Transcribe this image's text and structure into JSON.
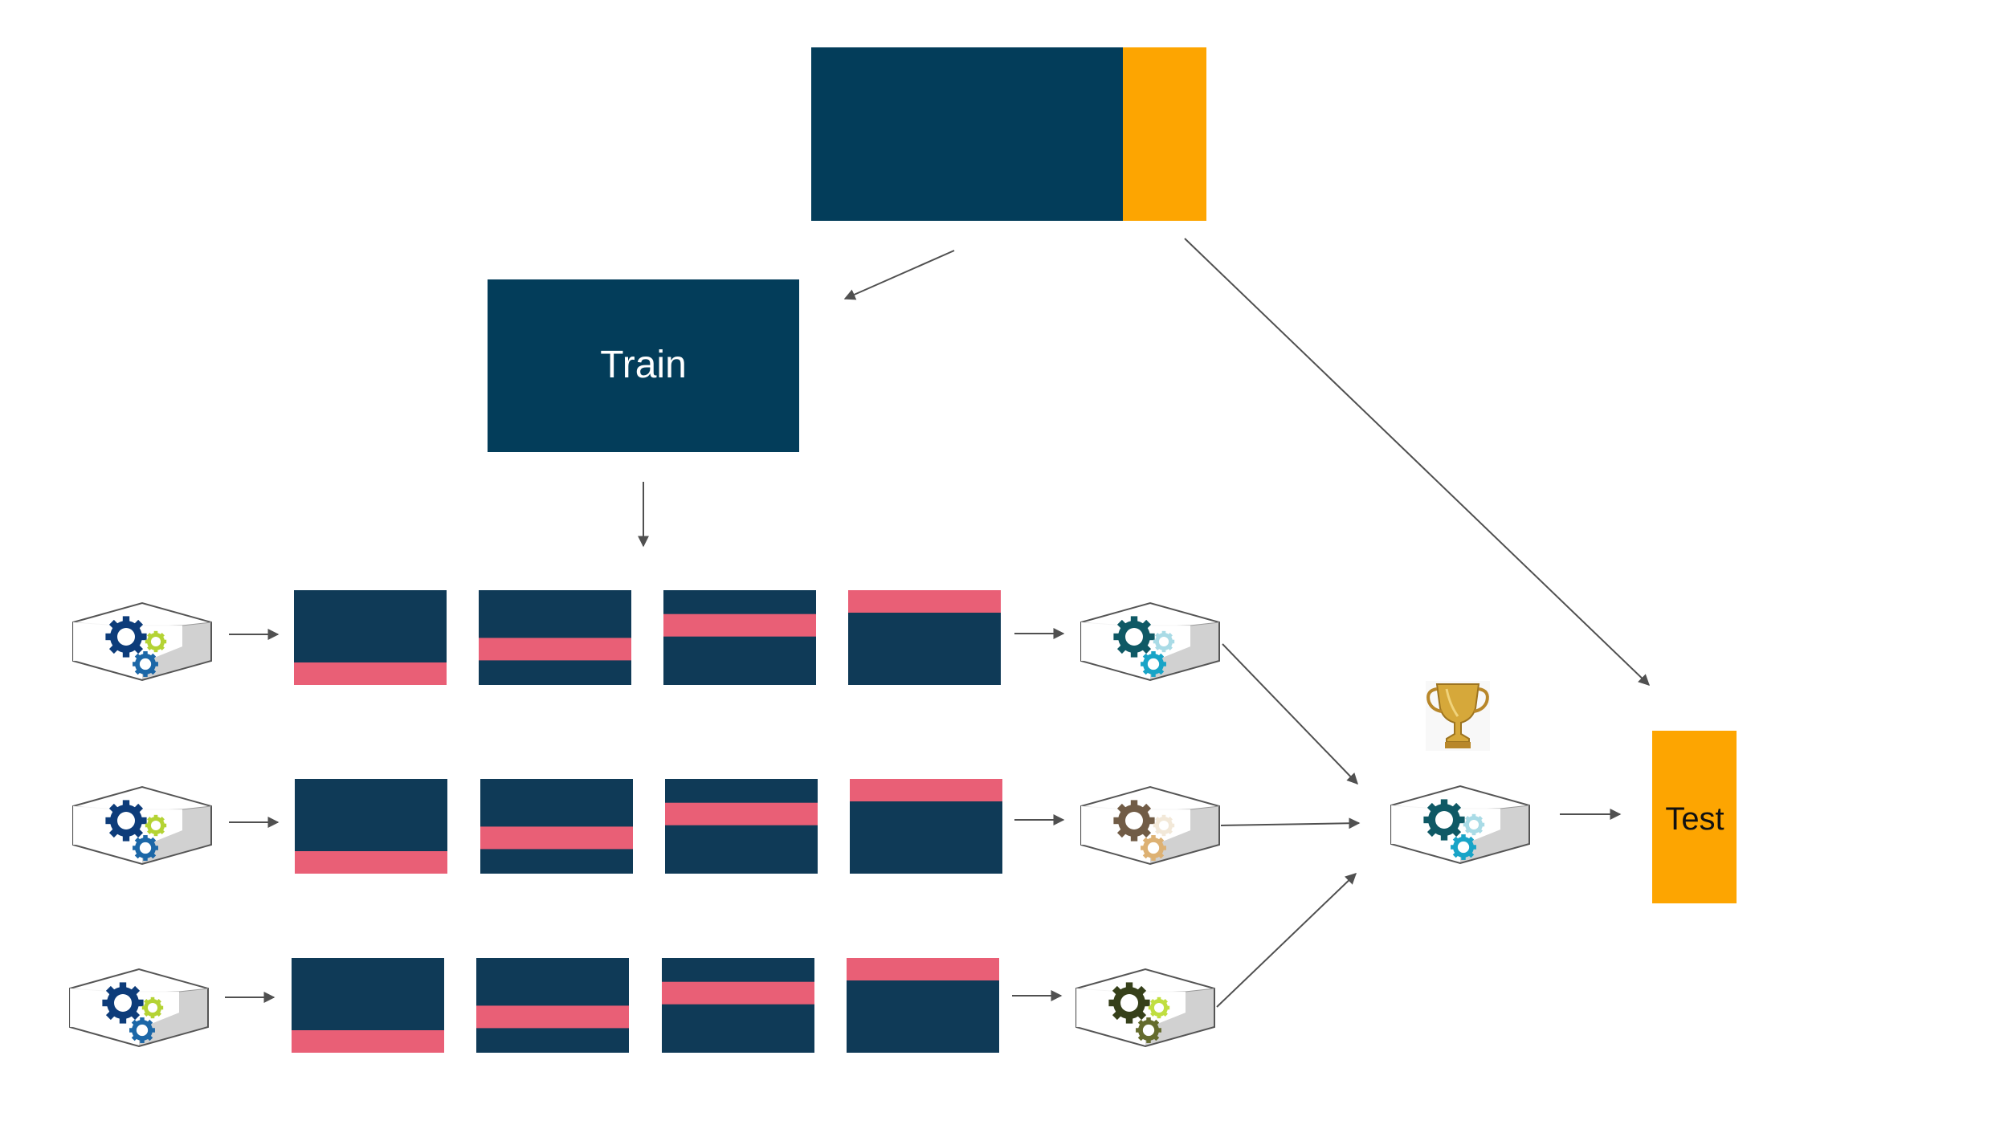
{
  "colors": {
    "train": "#033d5a",
    "test": "#fda501",
    "fold_bg": "#0f3a57",
    "validation": "#e95f76",
    "arrow": "#505050",
    "box_stroke": "#555555",
    "box_face": "#ffffff",
    "box_shade": "#d1d1d1",
    "trophy": "#d6a83a"
  },
  "labels": {
    "train": "Train",
    "test": "Test"
  },
  "icons": {
    "model_box": "gears-box-icon",
    "trophy": "trophy-icon"
  },
  "cross_validation": {
    "folds_per_row": 4,
    "validation_positions": [
      "bottom",
      "lower-middle",
      "upper-middle",
      "top"
    ],
    "rows": [
      {
        "input_gears": [
          "#0d3c7a",
          "#b4d334",
          "#1c67a7"
        ],
        "trained_gears": [
          "#0f5965",
          "#a9dbe6",
          "#19a4c7"
        ]
      },
      {
        "input_gears": [
          "#0d3c7a",
          "#b4d334",
          "#1c67a7"
        ],
        "trained_gears": [
          "#715c46",
          "#f2e8d8",
          "#ddb173"
        ]
      },
      {
        "input_gears": [
          "#0d3c7a",
          "#b4d334",
          "#1c67a7"
        ],
        "trained_gears": [
          "#36401a",
          "#c0de40",
          "#646b2d"
        ]
      }
    ]
  },
  "best_model_gears": [
    "#0f5965",
    "#a9dbe6",
    "#19a4c7"
  ]
}
